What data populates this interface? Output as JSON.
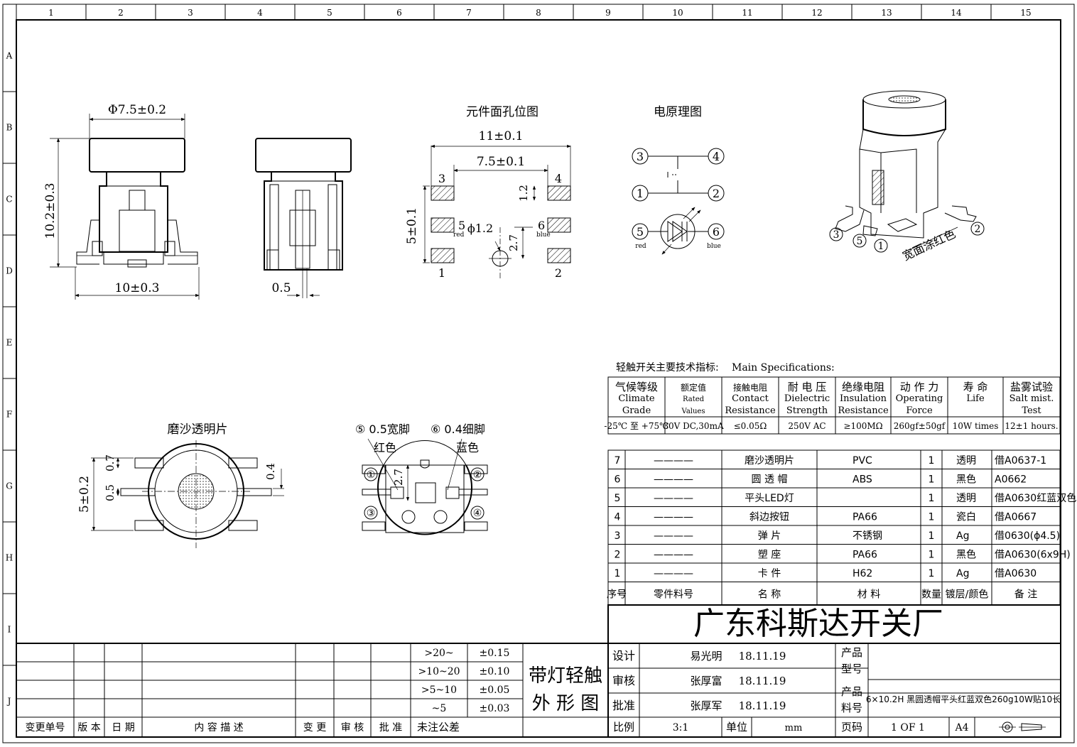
{
  "frame": {
    "col_numbers": [
      "1",
      "2",
      "3",
      "4",
      "5",
      "6",
      "7",
      "8",
      "9",
      "10",
      "11",
      "12",
      "13",
      "14",
      "15"
    ],
    "row_letters": [
      "A",
      "B",
      "C",
      "D",
      "E",
      "F",
      "G",
      "H",
      "I",
      "J"
    ]
  },
  "views": {
    "front": {
      "dia": "Φ7.5±0.2",
      "height": "10.2±0.3",
      "width": "10±0.3"
    },
    "side": {
      "pin": "0.5"
    },
    "hole_layout": {
      "title": "元件面孔位图",
      "dim_outer": "11±0.1",
      "dim_inner": "7.5±0.1",
      "dim_pad": "1.2",
      "dim_vert": "5±0.1",
      "dim_hole": "ϕ1.2",
      "dim_gap": "2.7",
      "pins": [
        "3",
        "4",
        "5",
        "6",
        "1",
        "2"
      ],
      "label_red": "red",
      "label_blue": "blue"
    },
    "schematic": {
      "title": "电原理图",
      "pins": [
        "3",
        "4",
        "1",
        "2",
        "5",
        "6"
      ],
      "label_red": "red",
      "label_blue": "blue"
    },
    "iso": {
      "pins": [
        "3",
        "5",
        "1",
        "2"
      ],
      "note": "宽面涂红色"
    },
    "top": {
      "title": "磨沙透明片",
      "dim_a": "0.7",
      "dim_b": "0.5",
      "dim_c": "5±0.2",
      "dim_d": "0.4"
    },
    "bottom": {
      "label_wide": "⑤ 0.5宽脚",
      "label_thin": "⑥ 0.4细脚",
      "label_red": "红色",
      "label_blue": "蓝色",
      "dim": "2.7",
      "pins": [
        "①",
        "②",
        "③",
        "④"
      ]
    }
  },
  "spec": {
    "title_cn": "轻触开关主要技术指标:",
    "title_en": "Main Specifications:",
    "headers": [
      [
        "气候等级",
        "Climate",
        "Grade"
      ],
      [
        "额定值",
        "Rated",
        "Values"
      ],
      [
        "接触电阻",
        "Contact",
        "Resistance"
      ],
      [
        "耐 电 压",
        "Dielectric",
        "Strength"
      ],
      [
        "绝缘电阻",
        "Insulation",
        "Resistance"
      ],
      [
        "动 作 力",
        "Operating",
        "Force"
      ],
      [
        "寿  命",
        "Life",
        ""
      ],
      [
        "盐雾试验",
        "Salt mist.",
        "Test"
      ]
    ],
    "values": [
      "-25℃ 至 +75℃",
      "30V DC,30mA",
      "≤0.05Ω",
      "250V AC",
      "≥100MΩ",
      "260gf±50gf",
      "10W times",
      "12±1 hours."
    ]
  },
  "bom": {
    "rows": [
      {
        "no": "7",
        "part": "————",
        "name": "磨沙透明片",
        "mat": "PVC",
        "qty": "1",
        "color": "透明",
        "note": "借A0637-1"
      },
      {
        "no": "6",
        "part": "————",
        "name": "圆 透 帽",
        "mat": "ABS",
        "qty": "1",
        "color": "黑色",
        "note": "A0662"
      },
      {
        "no": "5",
        "part": "————",
        "name": "平头LED灯",
        "mat": "",
        "qty": "1",
        "color": "透明",
        "note": "借A0630红蓝双色"
      },
      {
        "no": "4",
        "part": "————",
        "name": "斜边按钮",
        "mat": "PA66",
        "qty": "1",
        "color": "瓷白",
        "note": "借A0667"
      },
      {
        "no": "3",
        "part": "————",
        "name": "弹   片",
        "mat": "不锈钢",
        "qty": "1",
        "color": "Ag",
        "note": "借0630(ϕ4.5)"
      },
      {
        "no": "2",
        "part": "————",
        "name": "塑   座",
        "mat": "PA66",
        "qty": "1",
        "color": "黑色",
        "note": "借A0630(6x9H)"
      },
      {
        "no": "1",
        "part": "————",
        "name": "卡   件",
        "mat": "H62",
        "qty": "1",
        "color": "Ag",
        "note": "借A0630"
      }
    ],
    "header": {
      "no": "序号",
      "part": "零件料号",
      "name": "名   称",
      "mat": "材   料",
      "qty": "数量",
      "color": "镀层/颜色",
      "note": "备  注"
    }
  },
  "title_block": {
    "company": "广东科斯达开关厂",
    "design_label": "设计",
    "design_name": "易光明",
    "design_date": "18.11.19",
    "check_label": "审核",
    "check_name": "张厚富",
    "check_date": "18.11.19",
    "approve_label": "批准",
    "approve_name": "张厚军",
    "approve_date": "18.11.19",
    "model_label": "产品型号",
    "model_value": "",
    "partno_label": "产品料号",
    "partno_value": "6×10.2H 黑圆透帽平头红蓝双色260g10W贴10长",
    "scale_label": "比例",
    "scale_value": "3:1",
    "unit_label": "单位",
    "unit_value": "mm",
    "page_label": "页码",
    "page_value": "1 OF 1",
    "size_value": "A4",
    "drawing_title_1": "带灯轻触",
    "drawing_title_2": "外 形 图"
  },
  "tolerance": {
    "rows": [
      [
        ">20~",
        "±0.15"
      ],
      [
        ">10~20",
        "±0.10"
      ],
      [
        ">5~10",
        "±0.05"
      ],
      [
        "~5",
        "±0.03"
      ]
    ],
    "footer": "未注公差"
  },
  "revision": {
    "headers": [
      "变更单号",
      "版 本",
      "日 期",
      "内 容 描 述",
      "变 更",
      "审 核",
      "批 准"
    ]
  }
}
